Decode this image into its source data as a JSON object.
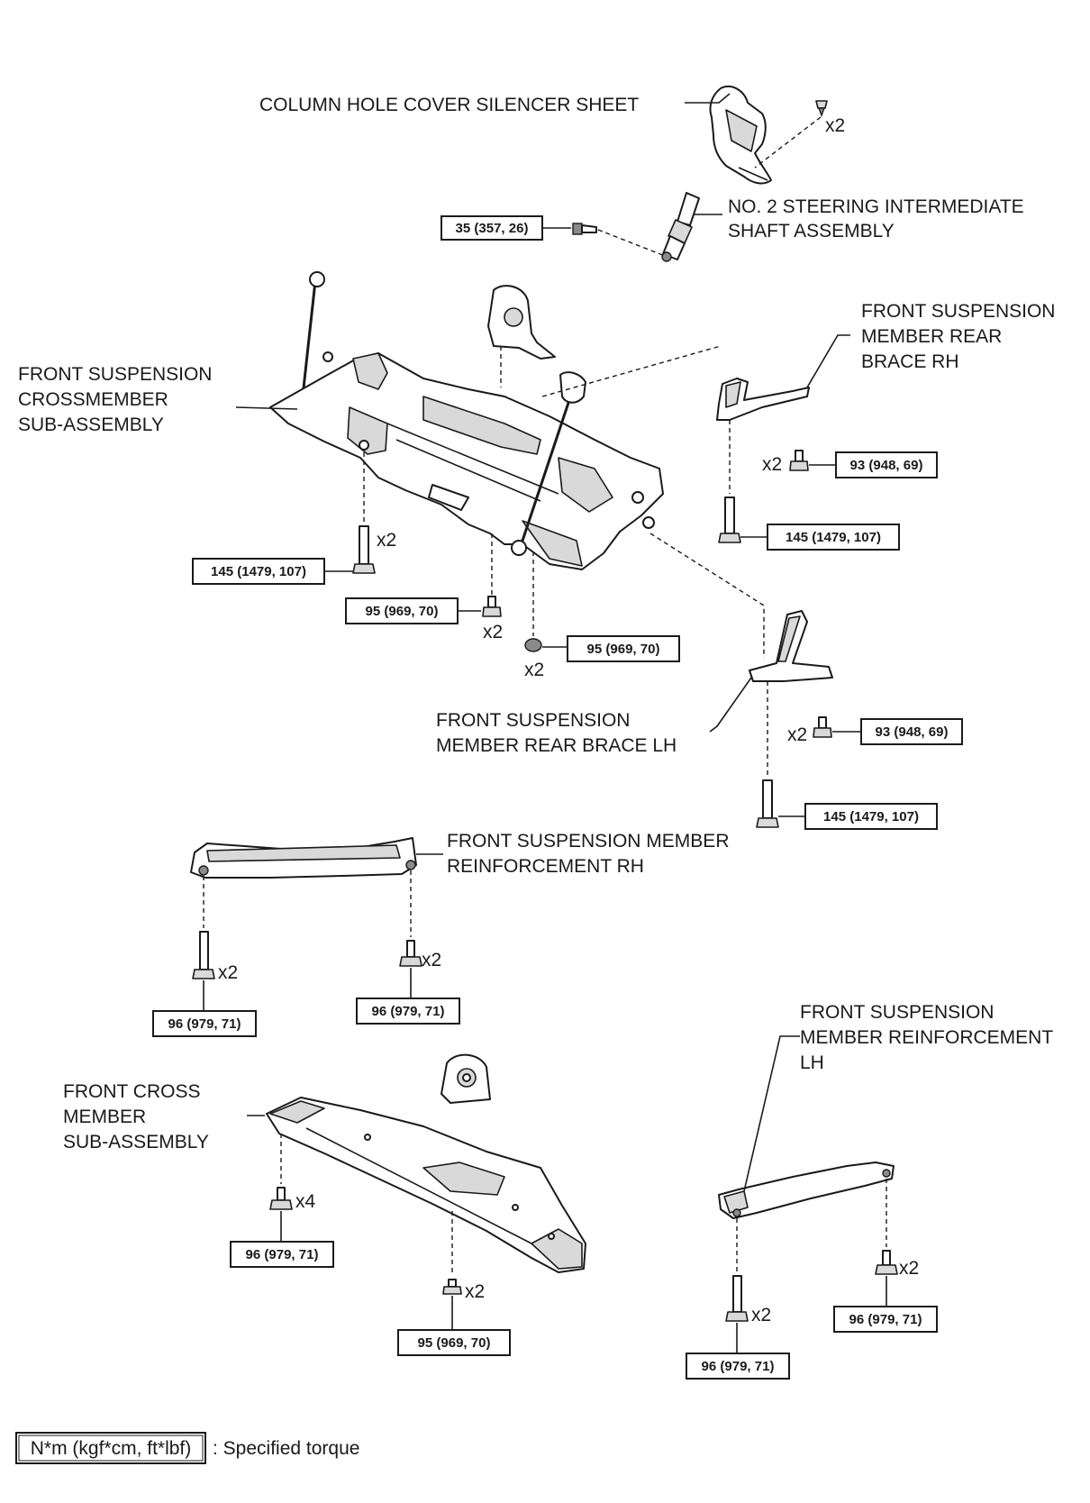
{
  "labels": {
    "column_hole_cover": "COLUMN HOLE COVER SILENCER SHEET",
    "steering_shaft": [
      "NO. 2 STEERING INTERMEDIATE",
      "SHAFT ASSEMBLY"
    ],
    "brace_rh": [
      "FRONT SUSPENSION",
      "MEMBER REAR",
      "BRACE RH"
    ],
    "crossmember": [
      "FRONT SUSPENSION",
      "CROSSMEMBER",
      "SUB-ASSEMBLY"
    ],
    "brace_lh": [
      "FRONT SUSPENSION",
      "MEMBER REAR BRACE LH"
    ],
    "reinforcement_rh": [
      "FRONT SUSPENSION MEMBER",
      "REINFORCEMENT RH"
    ],
    "reinforcement_lh": [
      "FRONT SUSPENSION",
      "MEMBER REINFORCEMENT",
      "LH"
    ],
    "front_cross_member": [
      "FRONT CROSS",
      "MEMBER",
      "SUB-ASSEMBLY"
    ]
  },
  "torques": {
    "steering_bolt": "35 (357, 26)",
    "brace_rh_bolt_small": "93 (948, 69)",
    "brace_rh_bolt_long": "145 (1479, 107)",
    "crossmember_bolt_long": "145 (1479, 107)",
    "crossmember_bolt_mid": "95 (969, 70)",
    "crossmember_nut": "95 (969, 70)",
    "brace_lh_bolt_small": "93 (948, 69)",
    "brace_lh_bolt_long": "145 (1479, 107)",
    "reinf_rh_bolt_left": "96 (979, 71)",
    "reinf_rh_bolt_right": "96 (979, 71)",
    "cross_member_bolt_left": "96 (979, 71)",
    "cross_member_bolt_bottom": "95 (969, 70)",
    "reinf_lh_bolt_left": "96 (979, 71)",
    "reinf_lh_bolt_right": "96 (979, 71)"
  },
  "quantities": {
    "clip": "x2",
    "crossmember_long": "x2",
    "crossmember_mid": "x2",
    "crossmember_nut": "x2",
    "brace_rh_small": "x2",
    "brace_lh_small": "x2",
    "reinf_rh_left": "x2",
    "reinf_rh_right": "x2",
    "cross_member_left": "x4",
    "cross_member_bottom": "x2",
    "reinf_lh_left": "x2",
    "reinf_lh_right": "x2"
  },
  "legend": {
    "unit_box": "N*m (kgf*cm, ft*lbf)",
    "text": ": Specified torque"
  }
}
